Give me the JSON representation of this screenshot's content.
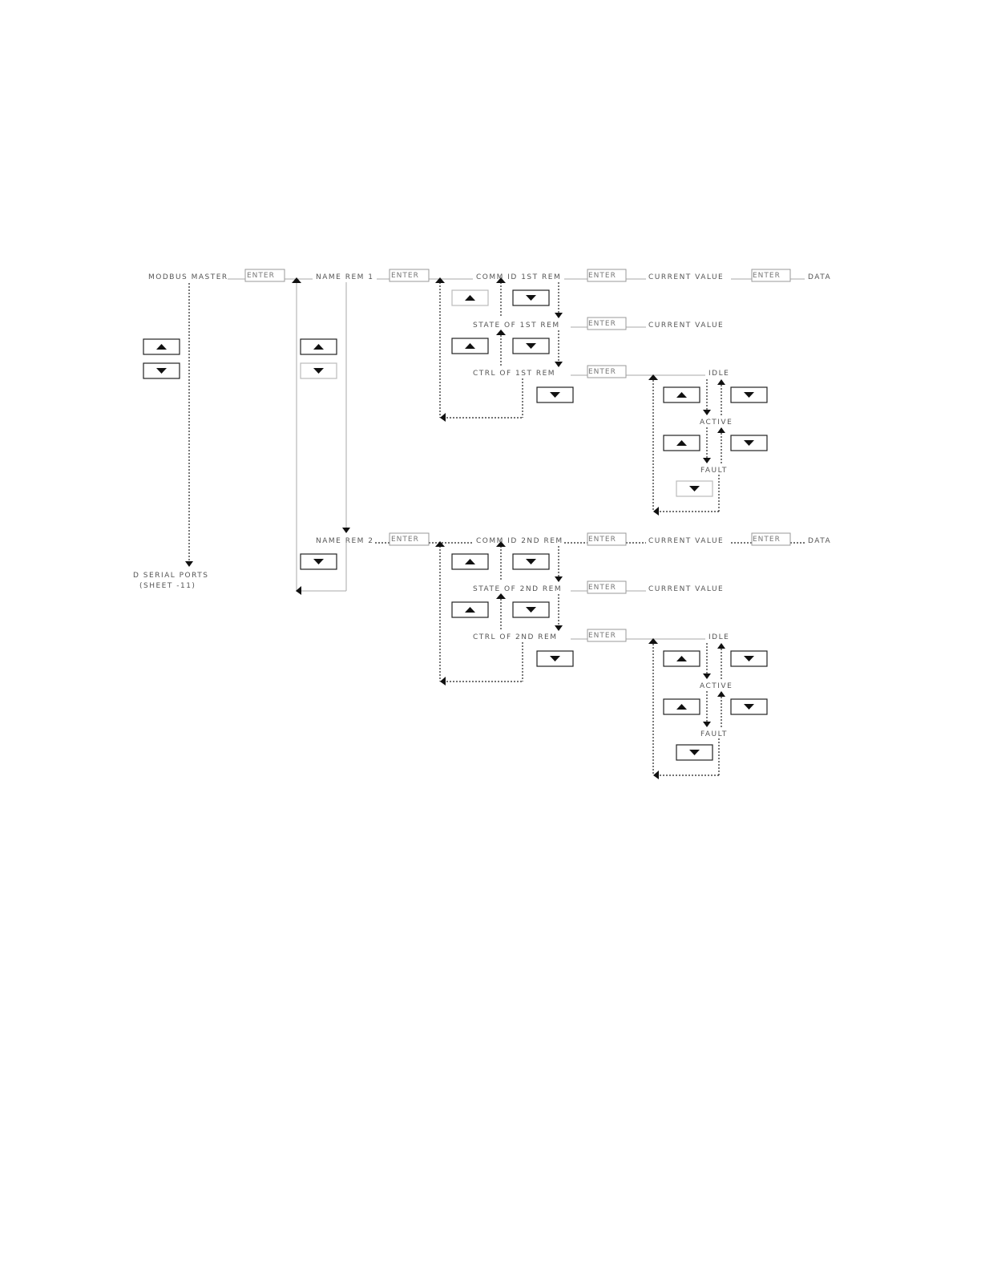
{
  "diagram": {
    "labels": {
      "modbus_master": "MODBUS MASTER",
      "name_rem_1": "NAME REM 1",
      "name_rem_2": "NAME REM 2",
      "comm_id_1st": "COMM ID 1ST REM",
      "state_1st": "STATE OF 1ST REM",
      "ctrl_1st": "CTRL OF 1ST REM",
      "comm_id_2nd": "COMM ID 2ND REM",
      "state_2nd": "STATE OF 2ND REM",
      "ctrl_2nd": "CTRL OF 2ND REM",
      "current_value": "CURRENT VALUE",
      "data": "DATA",
      "idle": "IDLE",
      "active": "ACTIVE",
      "fault": "FAULT",
      "serial_ports": "D SERIAL PORTS",
      "sheet_ref": "(SHEET -11)"
    },
    "enter_label": "ENTER"
  }
}
